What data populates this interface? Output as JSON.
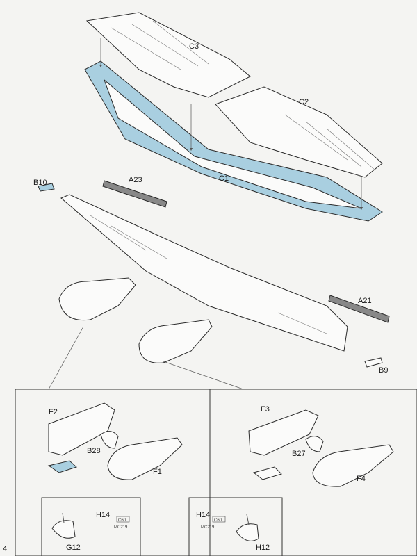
{
  "page_number": "4",
  "callouts": {
    "c3": "C3",
    "c2": "C2",
    "c1": "C1",
    "b10": "B10",
    "a23": "A23",
    "a21": "A21",
    "b9": "B9",
    "f2": "F2",
    "b28": "B28",
    "f1": "F1",
    "f3": "F3",
    "b27": "B27",
    "f4": "F4",
    "h14_left": "H14",
    "g12": "G12",
    "h14_right": "H14",
    "h12": "H12"
  },
  "paint_codes": {
    "left_c": "C60",
    "left_mc": "MC219",
    "right_c": "C60",
    "right_mc": "MC219"
  },
  "colors": {
    "accent_blue": "#a9cfe0",
    "line": "#2a2a2a",
    "paper": "#f4f4f2"
  }
}
